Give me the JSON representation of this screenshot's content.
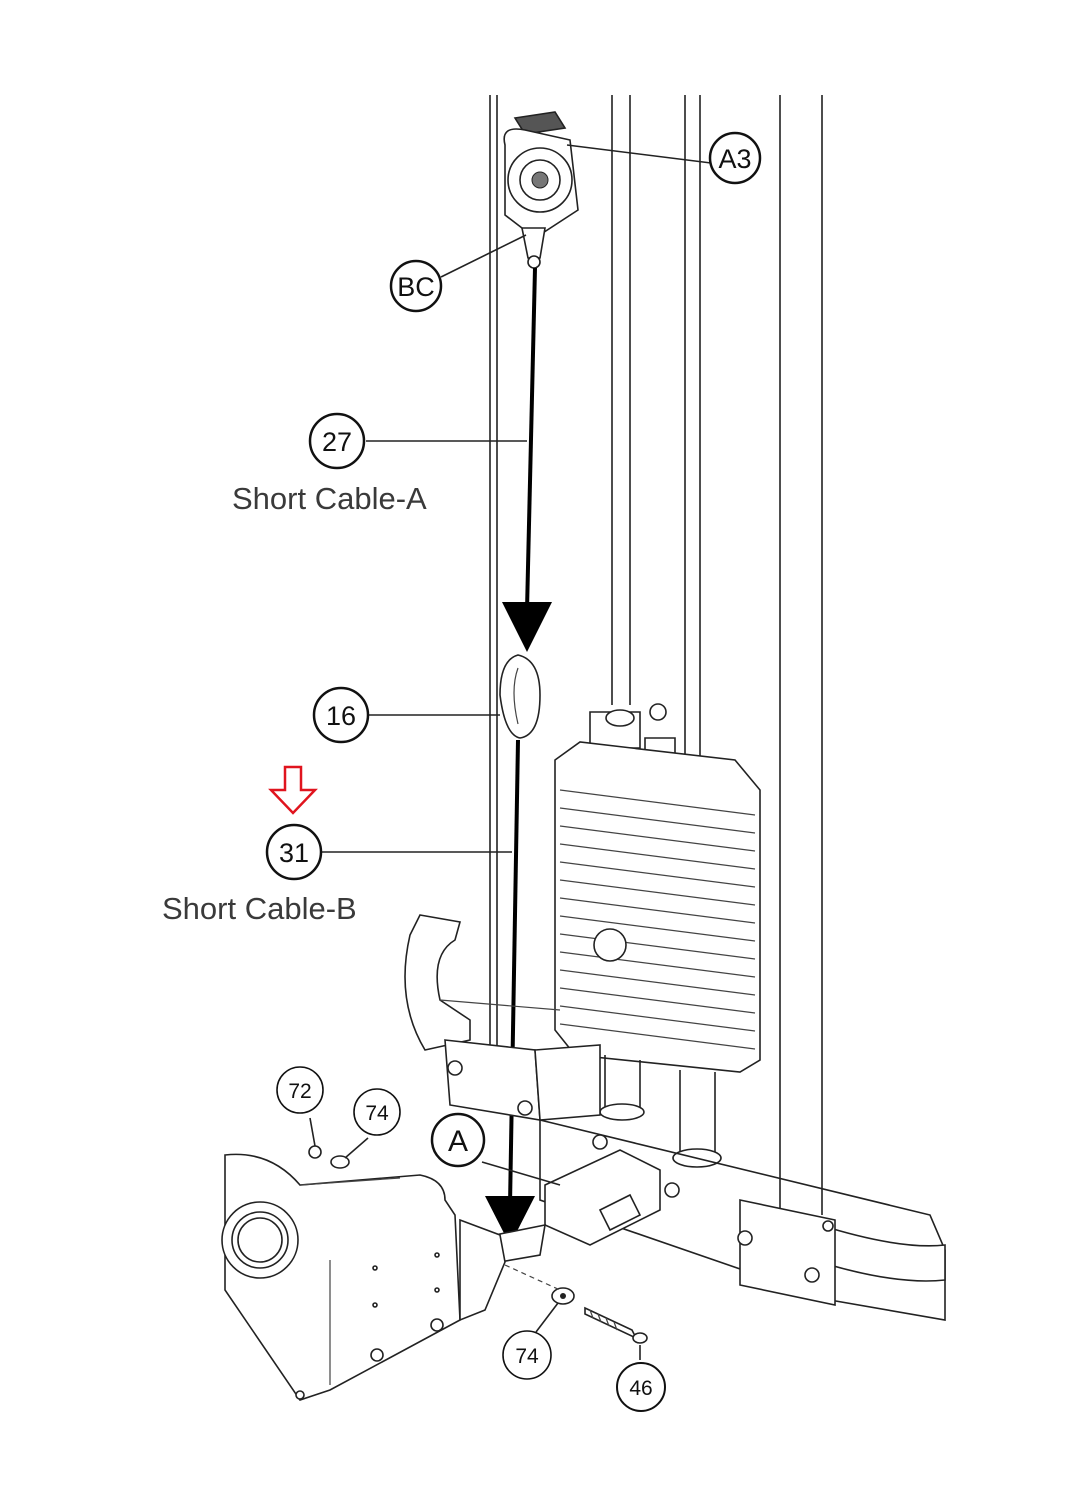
{
  "callouts": {
    "a3": "A3",
    "bc": "BC",
    "p27": "27",
    "p16": "16",
    "p31": "31",
    "p72": "72",
    "p74_top": "74",
    "pA": "A",
    "p74_bottom": "74",
    "p46": "46"
  },
  "labels": {
    "short_cable_a": "Short Cable-A",
    "short_cable_b": "Short Cable-B"
  },
  "colors": {
    "highlight_arrow": "#e0141e",
    "line": "#222222",
    "caption": "#3a3a3a"
  }
}
